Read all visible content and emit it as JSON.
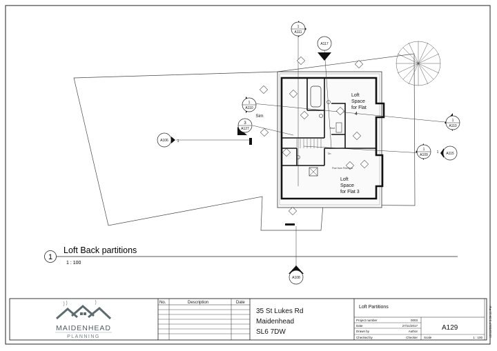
{
  "view": {
    "number": "1",
    "title": "Loft Back partitions",
    "scale": "1 : 100"
  },
  "rooms": [
    {
      "id": "flat4",
      "lines": [
        "Loft",
        "Space",
        "for Flat",
        "4"
      ]
    },
    {
      "id": "flat3",
      "lines": [
        "Loft",
        "Space",
        "for Flat 3"
      ]
    }
  ],
  "callouts": {
    "a111": {
      "num": "1",
      "ref": "A111"
    },
    "a117": {
      "ref": "A117"
    },
    "a110_left": {
      "num": "1",
      "ref": "A110",
      "note": "Sim"
    },
    "a127": {
      "num": "3",
      "ref": "A127"
    },
    "a106": {
      "ref": "A106",
      "num": "1"
    },
    "a110_right": {
      "num": "1",
      "ref": "A110"
    },
    "a109": {
      "num": "1",
      "ref": "A109"
    },
    "a115": {
      "num": "1",
      "ref": "A115"
    },
    "a108": {
      "num": "1",
      "ref": "A108"
    }
  },
  "plan_notes": {
    "dn": "Dn",
    "flue": "Flue from First floor",
    "bwd": "Bwd"
  },
  "title_block": {
    "logo_top": "MAIDENHEAD",
    "logo_bottom": "PLANNING",
    "revision_headers": {
      "no": "No.",
      "description": "Description",
      "date": "Date"
    },
    "address": [
      "35 St Lukes Rd",
      "Maidenhead",
      "SL6 7DW"
    ],
    "sheet_name": "Loft Partitions",
    "fields": [
      {
        "label": "Project number",
        "value": "0003"
      },
      {
        "label": "Date",
        "value": "27/11/2017"
      },
      {
        "label": "Drawn by",
        "value": "Author"
      },
      {
        "label": "Checked by",
        "value": "Checker"
      }
    ],
    "sheet_number": "A129",
    "scale_label": "Scale",
    "scale_value": "1 : 100",
    "print_stamp": "12/12/2017 5:59:11 PM"
  }
}
